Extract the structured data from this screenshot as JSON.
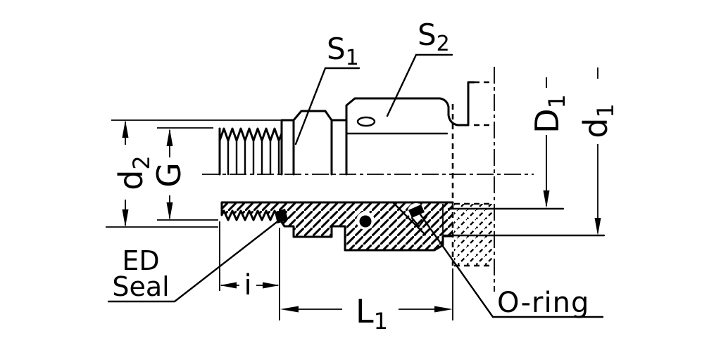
{
  "drawing": {
    "background": "#ffffff",
    "line_color": "#000000",
    "labels": {
      "s1": {
        "base": "S",
        "sub": "1"
      },
      "s2": {
        "base": "S",
        "sub": "2"
      },
      "d2": {
        "base": "d",
        "sub": "2"
      },
      "g": {
        "base": "G"
      },
      "D1": {
        "base": "D",
        "sub": "1"
      },
      "d1": {
        "base": "d",
        "sub": "1"
      },
      "i": {
        "base": "i"
      },
      "L1": {
        "base": "L",
        "sub": "1"
      },
      "ed_seal": {
        "line1": "ED",
        "line2": "Seal"
      },
      "o_ring": {
        "text": "O-ring"
      }
    }
  }
}
